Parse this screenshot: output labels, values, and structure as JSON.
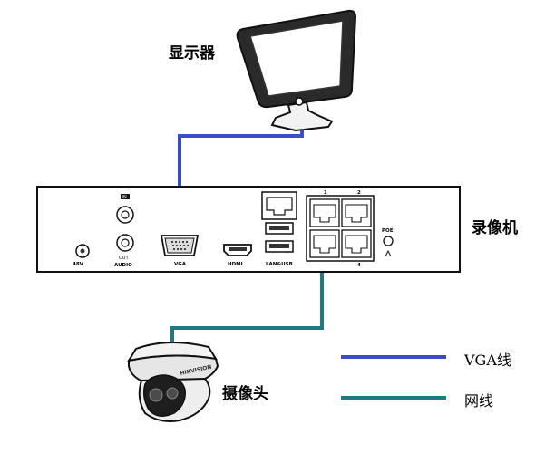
{
  "labels": {
    "monitor": "显示器",
    "nvr": "录像机",
    "camera": "摄像头"
  },
  "panel": {
    "dc_in": "48V",
    "audio_in": "IN",
    "audio_out": "OUT",
    "audio": "AUDIO",
    "vga": "VGA",
    "hdmi": "HDMI",
    "lan_usb": "LAN&USB",
    "poe": "POE",
    "port_1": "1",
    "port_2": "2",
    "port_4": "4",
    "camera_brand": "HIKVISION"
  },
  "legend": [
    {
      "name": "VGA线",
      "color": "#3b4fc4"
    },
    {
      "name": "网线",
      "color": "#1f7a82"
    }
  ],
  "colors": {
    "vga_cable": "#3b4fc4",
    "network_cable": "#1f7a82"
  }
}
